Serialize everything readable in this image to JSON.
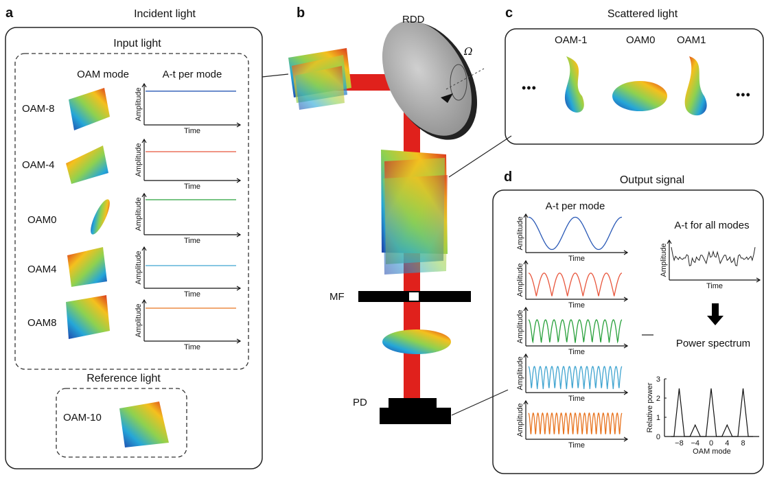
{
  "colors": {
    "beam": "#e0211c",
    "blue": "#2757b5",
    "red": "#e8553b",
    "green": "#27a03a",
    "lightblue": "#3fa4d0",
    "orange": "#e8731e",
    "disk": "#b5b5b5"
  },
  "panel_a": {
    "letter": "a",
    "title": "Incident light",
    "input_title": "Input light",
    "col_oam": "OAM mode",
    "col_at": "A-t per mode",
    "modes": [
      {
        "label": "OAM-8",
        "axis_y": "Amplitude",
        "axis_x": "Time",
        "color": "blue"
      },
      {
        "label": "OAM-4",
        "axis_y": "Amplitude",
        "axis_x": "Time",
        "color": "red"
      },
      {
        "label": "OAM0",
        "axis_y": "Amplitude",
        "axis_x": "Time",
        "color": "green"
      },
      {
        "label": "OAM4",
        "axis_y": "Amplitude",
        "axis_x": "Time",
        "color": "lightblue"
      },
      {
        "label": "OAM8",
        "axis_y": "Amplitude",
        "axis_x": "Time",
        "color": "orange"
      }
    ],
    "reference_title": "Reference light",
    "reference_label": "OAM-10"
  },
  "panel_b": {
    "letter": "b",
    "rdd": "RDD",
    "omega": "Ω",
    "mf": "MF",
    "pd": "PD"
  },
  "panel_c": {
    "letter": "c",
    "title": "Scattered light",
    "modes": [
      "OAM-1",
      "OAM0",
      "OAM1"
    ],
    "ellipsis": "•••"
  },
  "panel_d": {
    "letter": "d",
    "title": "Output signal",
    "per_mode_title": "A-t per mode",
    "axis_y": "Amplitude",
    "axis_x": "Time",
    "all_title": "A-t for all modes",
    "spectrum_title": "Power spectrum",
    "spec_ylabel": "Relative power",
    "spec_xlabel": "OAM mode",
    "spec_yticks": [
      "3",
      "2",
      "1",
      "0"
    ],
    "spec_xticks": [
      "−8",
      "−4",
      "0",
      "4",
      "8"
    ]
  },
  "chart_data": {
    "type": "bar",
    "x": [
      -8,
      -4,
      0,
      4,
      8
    ],
    "values": [
      2.5,
      0.6,
      2.5,
      0.6,
      2.5
    ],
    "xlabel": "OAM mode",
    "ylabel": "Relative power",
    "ylim": [
      0,
      3
    ]
  }
}
